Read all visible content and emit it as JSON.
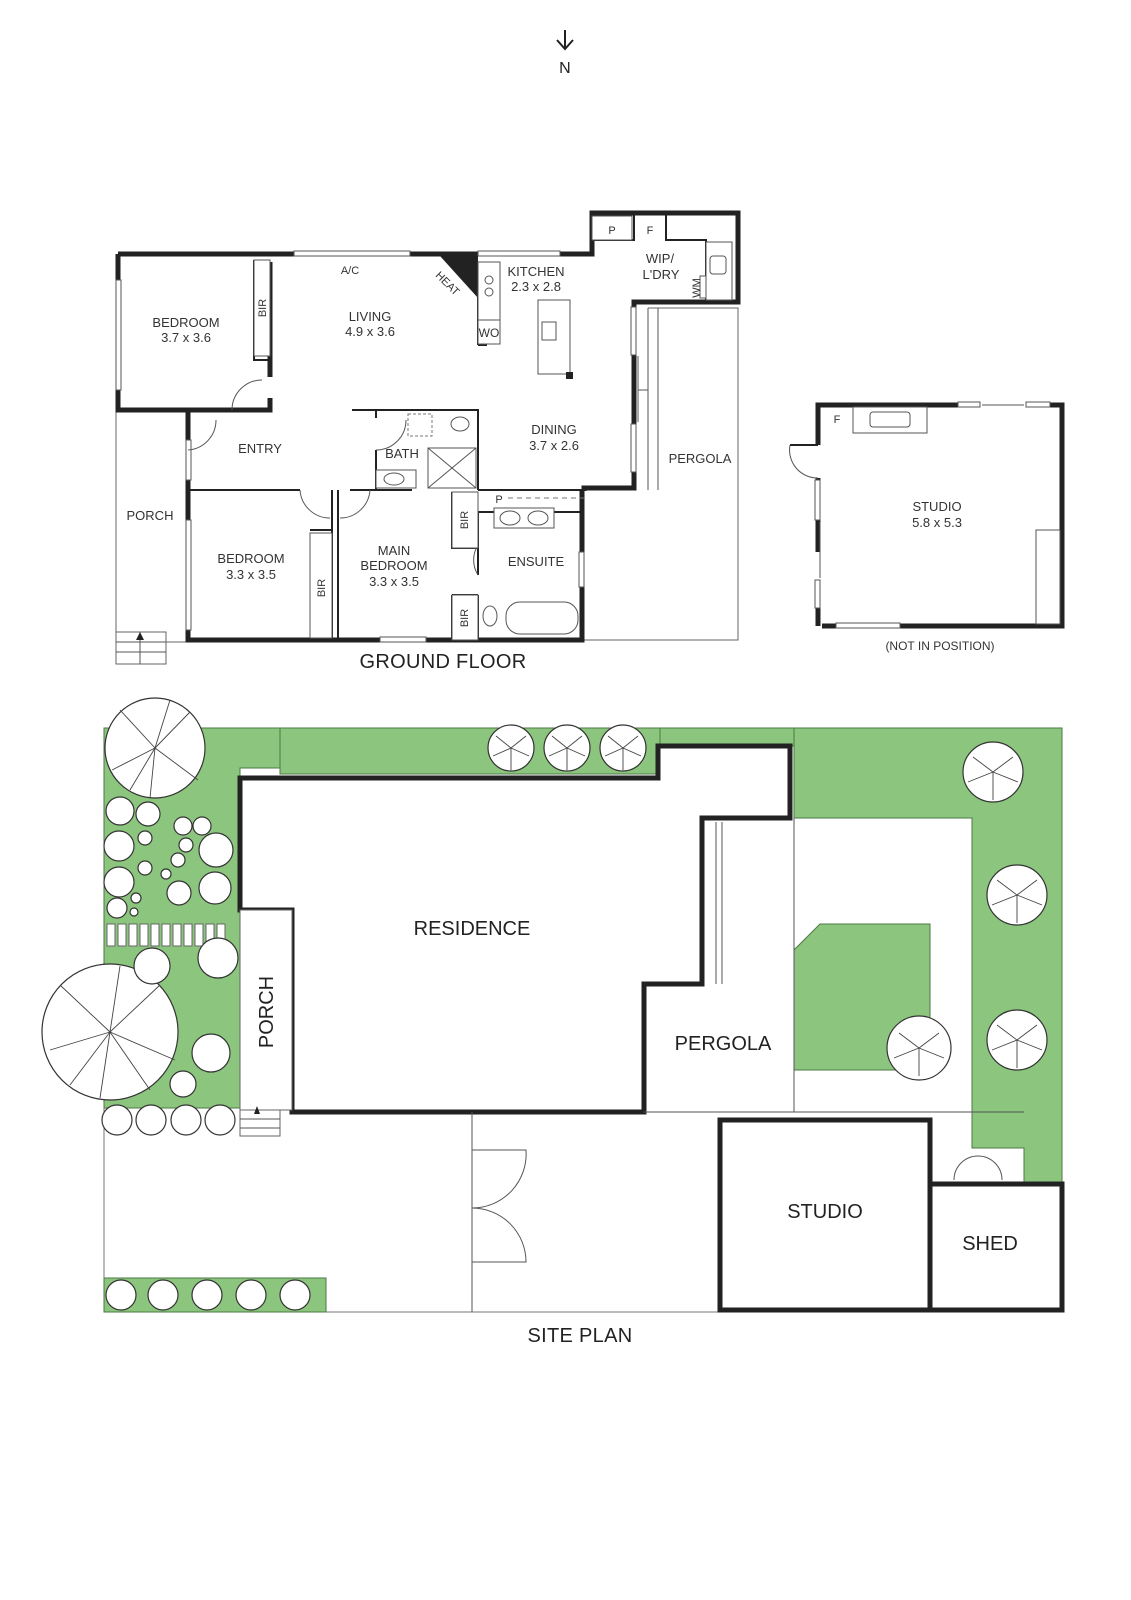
{
  "compass": {
    "label": "N",
    "icon": "north-arrow-icon"
  },
  "ground_floor": {
    "title": "GROUND FLOOR",
    "rooms": [
      {
        "name": "BEDROOM",
        "size": "3.7 x 3.6"
      },
      {
        "name": "LIVING",
        "size": "4.9 x 3.6"
      },
      {
        "name": "KITCHEN",
        "size": "2.3 x 2.8"
      },
      {
        "name": "WIP/",
        "size": "L'DRY"
      },
      {
        "name": "DINING",
        "size": "3.7 x 2.6"
      },
      {
        "name": "ENTRY"
      },
      {
        "name": "BATH"
      },
      {
        "name": "PORCH"
      },
      {
        "name": "BEDROOM",
        "size": "3.3 x 3.5"
      },
      {
        "name": "MAIN",
        "line2": "BEDROOM",
        "size": "3.3 x 3.5"
      },
      {
        "name": "ENSUITE"
      },
      {
        "name": "PERGOLA"
      }
    ],
    "fixtures": {
      "ac": "A/C",
      "heat": "HEAT",
      "wo": "WO",
      "wm": "WM",
      "pantry": "P",
      "fridge": "F",
      "bir": "BIR",
      "linen": "P"
    }
  },
  "studio_plan": {
    "room": {
      "name": "STUDIO",
      "size": "5.8 x 5.3"
    },
    "fridge": "F",
    "note": "(NOT IN POSITION)"
  },
  "site_plan": {
    "title": "SITE PLAN",
    "labels": {
      "residence": "RESIDENCE",
      "porch": "PORCH",
      "pergola": "PERGOLA",
      "studio": "STUDIO",
      "shed": "SHED"
    },
    "colors": {
      "grass": "#8cc57d",
      "wall": "#222222"
    }
  }
}
